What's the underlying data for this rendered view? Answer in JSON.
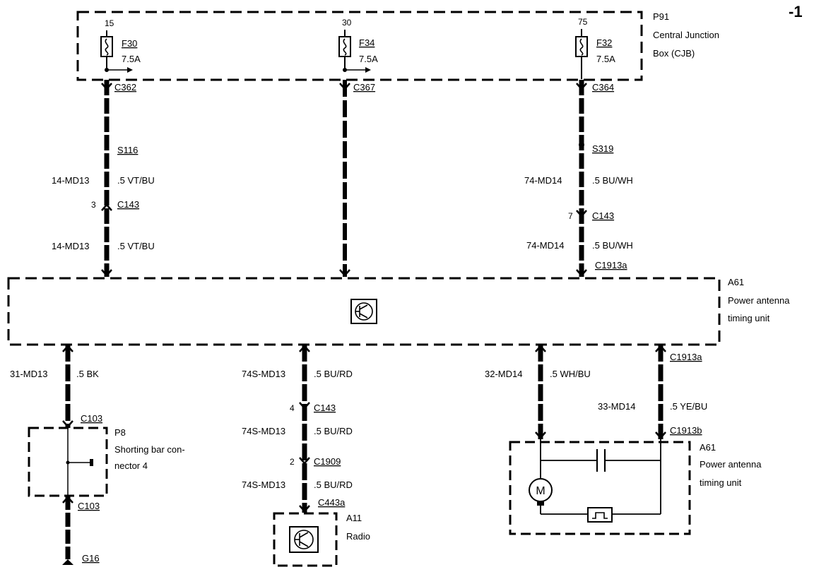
{
  "page_number": "-1",
  "cjb": {
    "code": "P91",
    "name_line1": "Central Junction",
    "name_line2": "Box (CJB)",
    "fuses": [
      {
        "pin": "15",
        "fuse": "F30",
        "rating": "7.5A",
        "connector": "C362"
      },
      {
        "pin": "30",
        "fuse": "F34",
        "rating": "7.5A",
        "connector": "C367"
      },
      {
        "pin": "75",
        "fuse": "F32",
        "rating": "7.5A",
        "connector": "C364"
      }
    ]
  },
  "left_feed": {
    "splice": "S116",
    "circuit1": "14-MD13",
    "wire1": ".5 VT/BU",
    "pin": "3",
    "connector": "C143",
    "circuit2": "14-MD13",
    "wire2": ".5 VT/BU"
  },
  "right_feed": {
    "splice": "S319",
    "circuit1": "74-MD14",
    "wire1": ".5 BU/WH",
    "pin": "7",
    "connector": "C143",
    "circuit2": "74-MD14",
    "wire2": ".5 BU/WH",
    "module_connector": "C1913a"
  },
  "antenna_unit": {
    "code": "A61",
    "name_line1": "Power antenna",
    "name_line2": "timing unit"
  },
  "ground_branch": {
    "circuit": "31-MD13",
    "wire": ".5 BK",
    "connector_top": "C103",
    "shorting_code": "P8",
    "shorting_line1": "Shorting bar con-",
    "shorting_line2": "nector 4",
    "connector_bottom": "C103",
    "ground": "G16"
  },
  "radio_branch": {
    "circuit1": "74S-MD13",
    "wire1": ".5 BU/RD",
    "pin1": "4",
    "connector1": "C143",
    "circuit2": "74S-MD13",
    "wire2": ".5 BU/RD",
    "pin2": "2",
    "connector2": "C1909",
    "circuit3": "74S-MD13",
    "wire3": ".5 BU/RD",
    "radio_connector": "C443a",
    "radio_code": "A11",
    "radio_name": "Radio"
  },
  "motor_branch": {
    "module_connector_top": "C1913a",
    "circuit_left": "32-MD14",
    "wire_left": ".5 WH/BU",
    "circuit_right": "33-MD14",
    "wire_right": ".5 YE/BU",
    "connector_bottom": "C1913b",
    "unit_code": "A61",
    "unit_line1": "Power antenna",
    "unit_line2": "timing unit",
    "motor_symbol": "M"
  }
}
